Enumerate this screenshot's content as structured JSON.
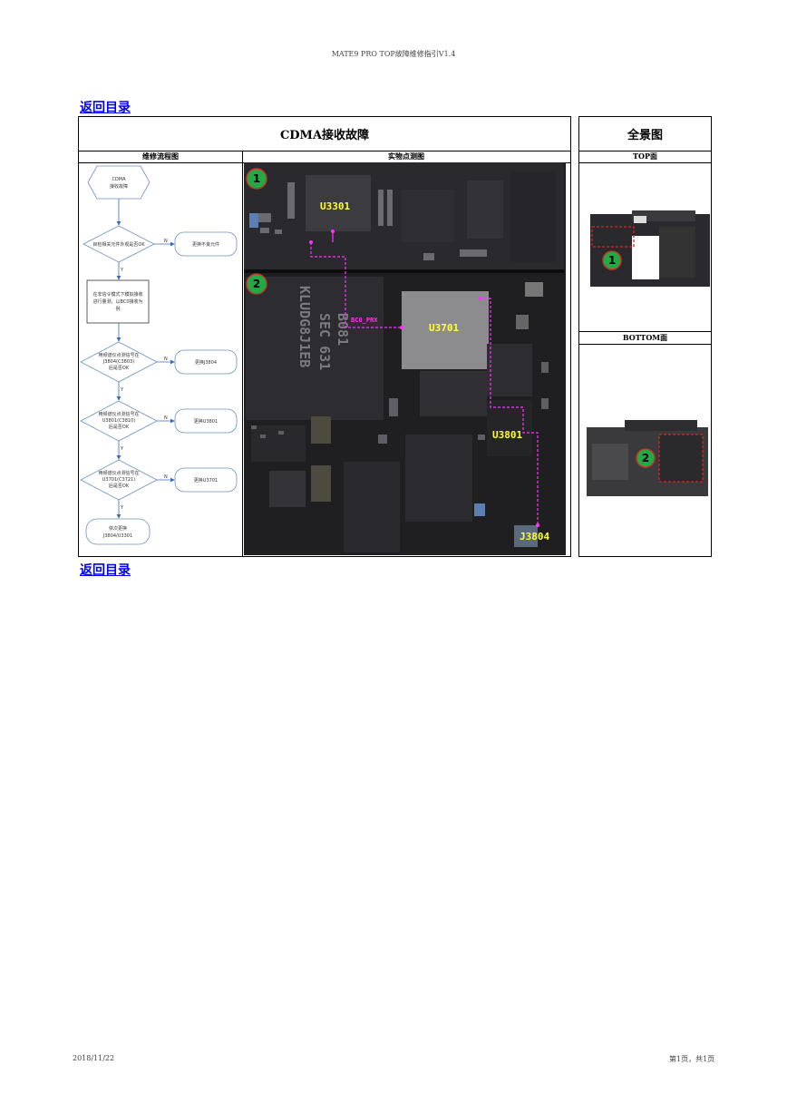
{
  "header": {
    "doc_title": "MATE9 PRO TOP故障维修指引V1.4"
  },
  "nav": {
    "back_link": "返回目录"
  },
  "table": {
    "title": "CDMA接收故障",
    "flow_header": "维修流程图",
    "photo_header": "实物点测图"
  },
  "overview": {
    "title": "全景图",
    "top_label": "TOP面",
    "bottom_label": "BOTTOM面",
    "marker_top": "1",
    "marker_bottom": "2"
  },
  "flowchart": {
    "start": [
      "CDMA",
      "接收故障"
    ],
    "step1_decision": "目检相关元件外观是否OK",
    "step1_action": "更换不良元件",
    "step2_process": [
      "在非信令模式下模拟接收",
      "进行量测，以BC0接收为",
      "例"
    ],
    "step3_decision": [
      "用频谱仪点测信号在",
      "J3804(C3803)",
      "后是否OK"
    ],
    "step3_action": "更换J3804",
    "step4_decision": [
      "用频谱仪点测信号在",
      "U3801(C3810)",
      "后是否OK"
    ],
    "step4_action": "更换U3801",
    "step5_decision": [
      "用频谱仪点测信号在",
      "U3701(C3721)",
      "后是否OK"
    ],
    "step5_action": "更换U3701",
    "end": [
      "依次更换",
      "J3804/U3301"
    ],
    "yes": "Y",
    "no": "N"
  },
  "photo": {
    "marker_1": "1",
    "marker_2": "2",
    "chip_u3301": "U3301",
    "chip_u3701": "U3701",
    "chip_u3801": "U3801",
    "chip_j3804": "J3804",
    "signal_label": "BC0_PRX",
    "ic_text_1": "KLUDG8J1EB",
    "ic_text_2": "SEC 631",
    "ic_text_3": "B081",
    "colors": {
      "trace": "#ff33ff",
      "chip_label": "#ffff33",
      "marker": "#22aa44",
      "board": "#1f1f22"
    }
  },
  "footer": {
    "date": "2018/11/22",
    "page": "第1页，共1页"
  }
}
